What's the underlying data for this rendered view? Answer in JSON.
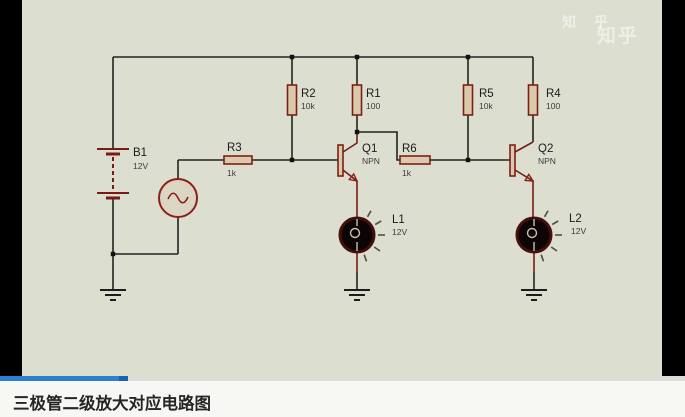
{
  "player": {
    "title": "三极管二级放大对应电路图",
    "progress_percent": 18.7,
    "watermark_primary": "知 乎",
    "watermark_secondary": "知乎"
  },
  "colors": {
    "canvas_bg": "#dcdecf",
    "wire": "#20241f",
    "component_red": "#8b2018",
    "progress_blue": "#2e7fd0"
  },
  "circuit": {
    "components": {
      "b1": {
        "ref": "B1",
        "value": "12V",
        "type": "battery"
      },
      "source": {
        "type": "ac-sine-source"
      },
      "r1": {
        "ref": "R1",
        "value": "100",
        "type": "resistor"
      },
      "r2": {
        "ref": "R2",
        "value": "10k",
        "type": "resistor"
      },
      "r3": {
        "ref": "R3",
        "value": "1k",
        "type": "resistor"
      },
      "r4": {
        "ref": "R4",
        "value": "100",
        "type": "resistor"
      },
      "r5": {
        "ref": "R5",
        "value": "10k",
        "type": "resistor"
      },
      "r6": {
        "ref": "R6",
        "value": "1k",
        "type": "resistor"
      },
      "q1": {
        "ref": "Q1",
        "value": "NPN",
        "type": "transistor"
      },
      "q2": {
        "ref": "Q2",
        "value": "NPN",
        "type": "transistor"
      },
      "l1": {
        "ref": "L1",
        "value": "12V",
        "type": "lamp"
      },
      "l2": {
        "ref": "L2",
        "value": "12V",
        "type": "lamp"
      }
    }
  }
}
